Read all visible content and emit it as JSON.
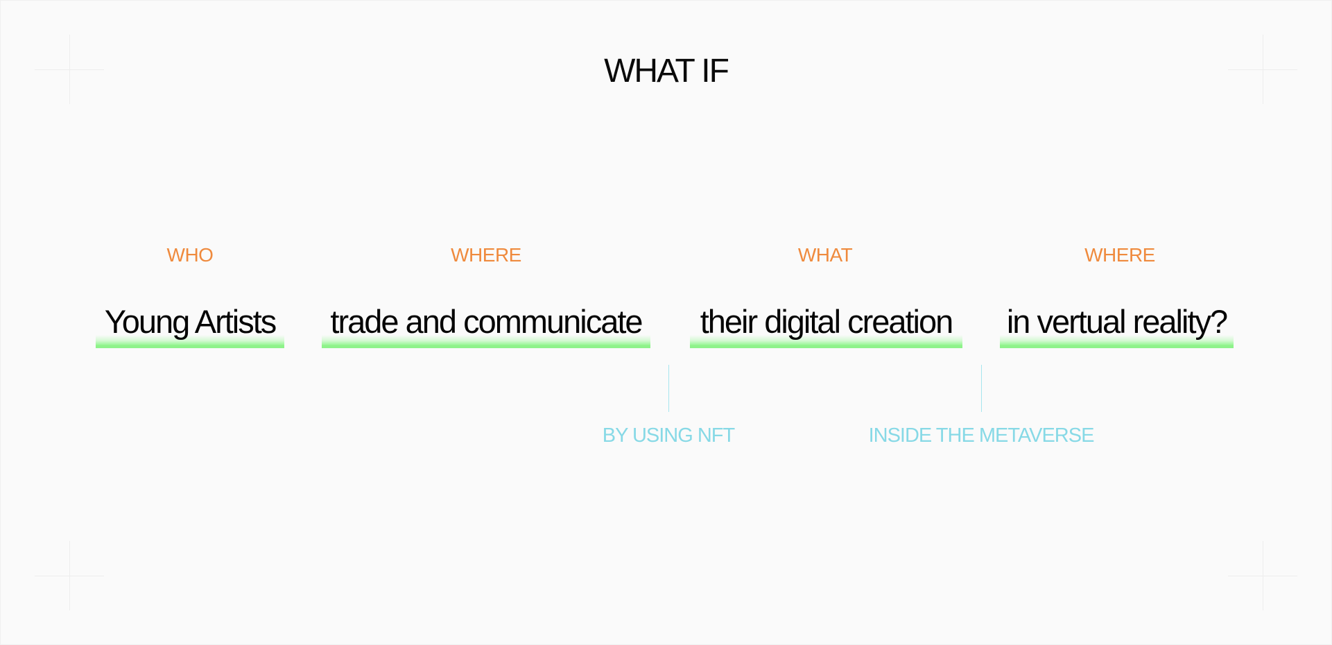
{
  "title": "WHAT IF",
  "categories": [
    "WHO",
    "WHERE",
    "WHAT",
    "WHERE"
  ],
  "phrases": [
    "Young Artists",
    "trade and communicate",
    "their digital creation",
    "in vertual reality?"
  ],
  "modifiers": [
    "BY USING NFT",
    "INSIDE THE METAVERSE"
  ],
  "colors": {
    "background": "#fafafa",
    "text": "#050505",
    "category": "#ef8a3d",
    "underline_highlight": "#8ef28a",
    "modifier": "#87d9e6",
    "connector": "#a6e6ee"
  }
}
